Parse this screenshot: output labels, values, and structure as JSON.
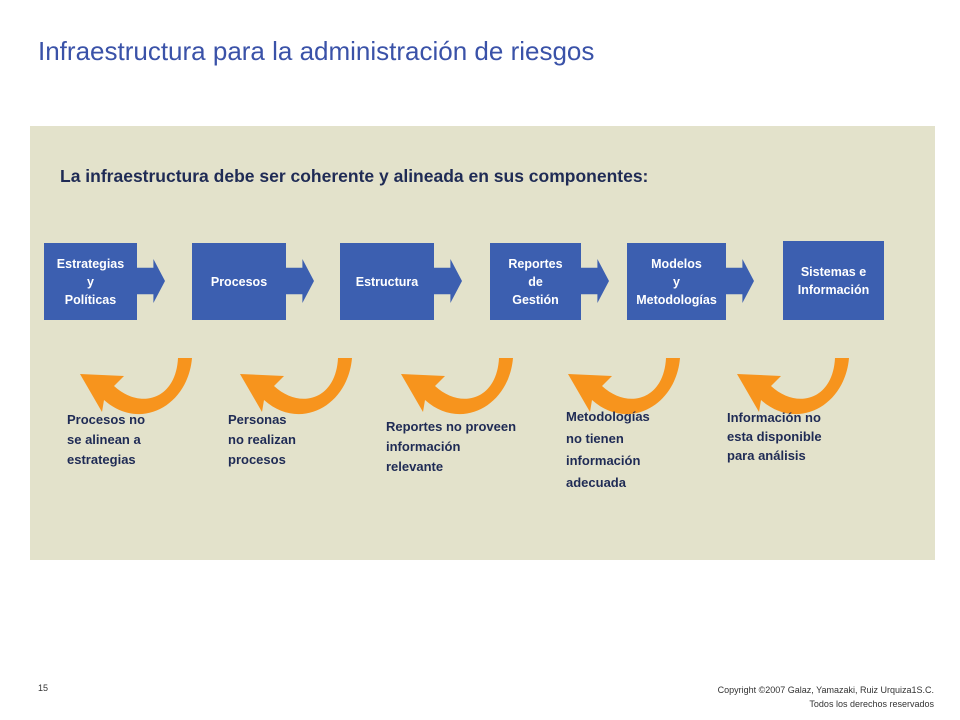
{
  "title": "Infraestructura para la administración de riesgos",
  "subtitle": "La infraestructura debe ser coherente y alineada en sus componentes:",
  "components": [
    {
      "lines": [
        "Estrategias",
        "y",
        "Políticas"
      ]
    },
    {
      "lines": [
        "Procesos"
      ]
    },
    {
      "lines": [
        "Estructura"
      ]
    },
    {
      "lines": [
        "Reportes",
        "de",
        "Gestión"
      ]
    },
    {
      "lines": [
        "Modelos",
        "y",
        "Metodologías"
      ]
    },
    {
      "lines": [
        "Sistemas e",
        "Información"
      ]
    }
  ],
  "issues": [
    {
      "lines": [
        "Procesos no",
        "se alinean a",
        "estrategias"
      ]
    },
    {
      "lines": [
        "Personas",
        "no realizan",
        "procesos"
      ]
    },
    {
      "lines": [
        "Reportes no proveen",
        "información",
        "relevante"
      ]
    },
    {
      "lines": [
        "Metodologías",
        "no tienen",
        "información",
        "adecuada"
      ]
    },
    {
      "lines": [
        "Información no",
        "esta disponible",
        "para análisis"
      ]
    }
  ],
  "colors": {
    "box": "#3c5fb0",
    "loop_arrow": "#f7941d",
    "panel": "#e3e2cb",
    "title": "#3a52a8"
  },
  "icons": {
    "loop": "curved-loop-arrow-icon",
    "connector": "arrow-right-icon"
  },
  "footer": {
    "page_number": "15",
    "copyright_lines": [
      "Copyright ©2007 Galaz, Yamazaki, Ruiz Urquiza1S.C.",
      "Todos los derechos reservados"
    ]
  }
}
